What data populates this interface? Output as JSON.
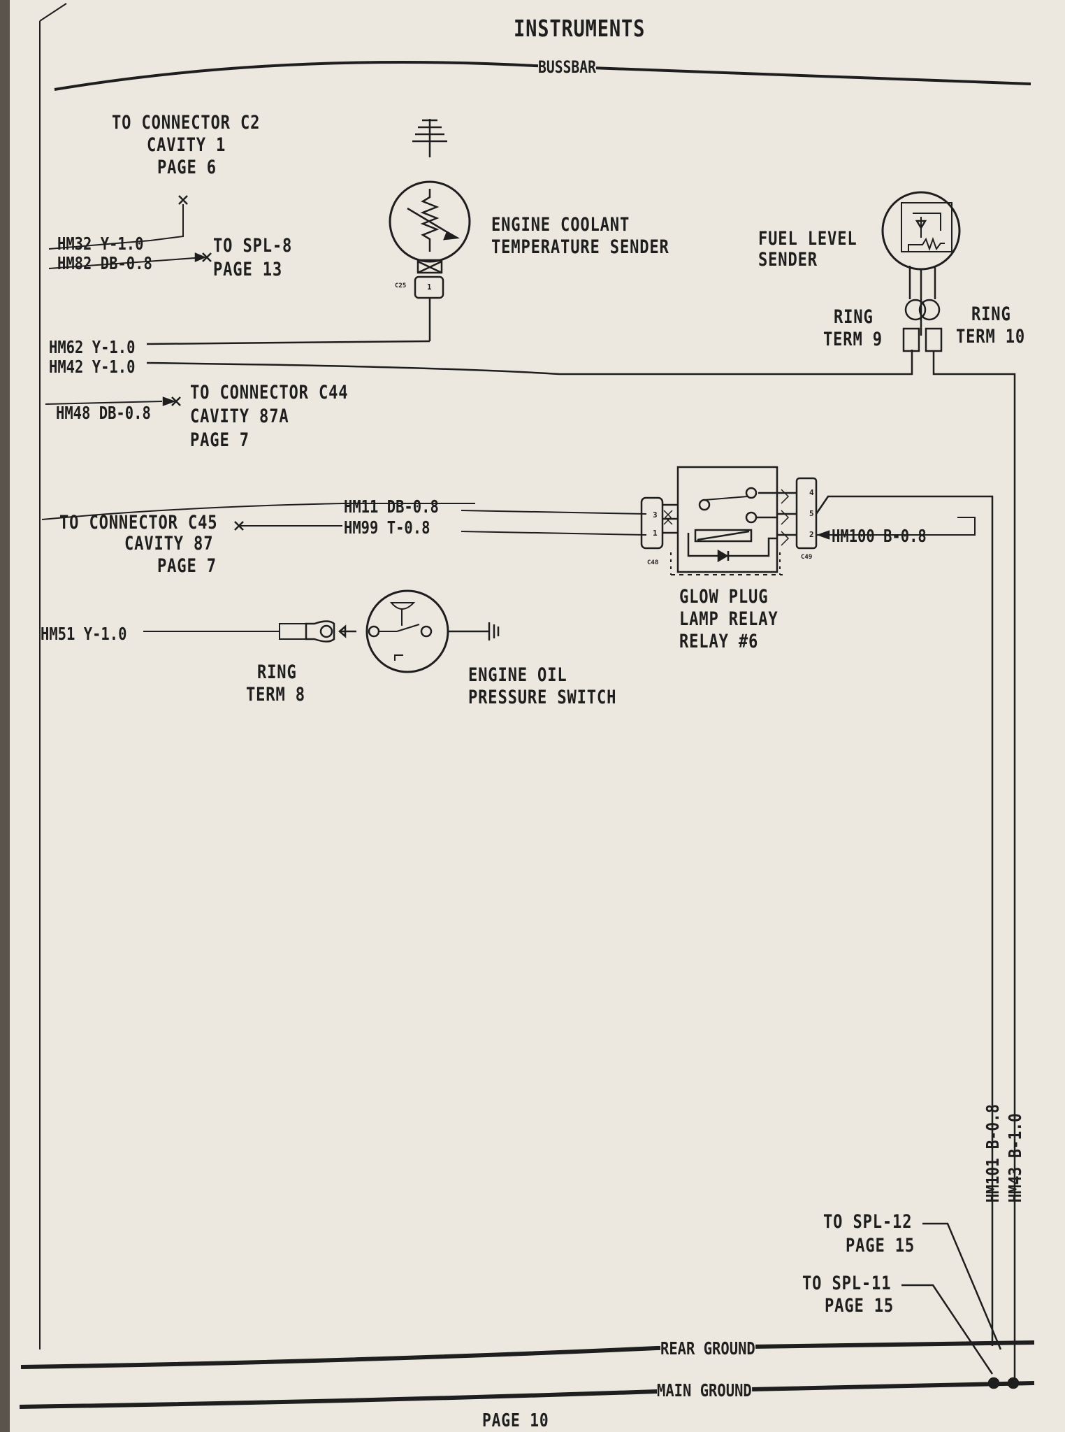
{
  "header": {
    "title": "INSTRUMENTS",
    "bussbar": "BUSSBAR"
  },
  "footer": {
    "page": "PAGE 10"
  },
  "coolant_sender": {
    "label": [
      "ENGINE COOLANT",
      "TEMPERATURE SENDER"
    ],
    "connector": "C25",
    "pin": "1"
  },
  "fuel_sender": {
    "label": [
      "FUEL LEVEL",
      "SENDER"
    ]
  },
  "ring_terms": {
    "left": [
      "RING",
      "TERM 9"
    ],
    "right": [
      "RING",
      "TERM 10"
    ],
    "oil": [
      "RING",
      "TERM 8"
    ]
  },
  "wires_left": [
    {
      "circuit": "HM32",
      "spec": "Y-1.0"
    },
    {
      "circuit": "HM82",
      "spec": "DB-0.8"
    },
    {
      "circuit": "HM62",
      "spec": "Y-1.0"
    },
    {
      "circuit": "HM42",
      "spec": "Y-1.0"
    },
    {
      "circuit": "HM48",
      "spec": "DB-0.8"
    },
    {
      "circuit": "HM51",
      "spec": "Y-1.0"
    }
  ],
  "refs": {
    "c2": [
      "TO CONNECTOR C2",
      "CAVITY 1",
      "PAGE 6"
    ],
    "spl8": [
      "TO SPL-8",
      "PAGE 13"
    ],
    "c44": [
      "TO CONNECTOR C44",
      "CAVITY 87A",
      "PAGE 7"
    ],
    "c45": [
      "TO CONNECTOR C45",
      "CAVITY 87",
      "PAGE 7"
    ],
    "spl12": [
      "TO SPL-12",
      "PAGE 15"
    ],
    "spl11": [
      "TO SPL-11",
      "PAGE 15"
    ]
  },
  "relay_wires": [
    {
      "circuit": "HM11",
      "spec": "DB-0.8"
    },
    {
      "circuit": "HM99",
      "spec": "T-0.8"
    },
    {
      "circuit": "HM100",
      "spec": "B-0.8"
    }
  ],
  "relay": {
    "label": [
      "GLOW PLUG",
      "LAMP RELAY",
      "RELAY #6"
    ],
    "conn_left": "C48",
    "conn_right": "C49",
    "pins_left": [
      "3",
      "1"
    ],
    "pins_right": [
      "4",
      "5",
      "2"
    ]
  },
  "oil_switch": {
    "label": [
      "ENGINE OIL",
      "PRESSURE SWITCH"
    ]
  },
  "vertical_wires": [
    {
      "circuit": "HM101",
      "spec": "B-0.8"
    },
    {
      "circuit": "HM43",
      "spec": "B-1.0"
    }
  ],
  "grounds": {
    "rear": "REAR GROUND",
    "main": "MAIN GROUND"
  }
}
